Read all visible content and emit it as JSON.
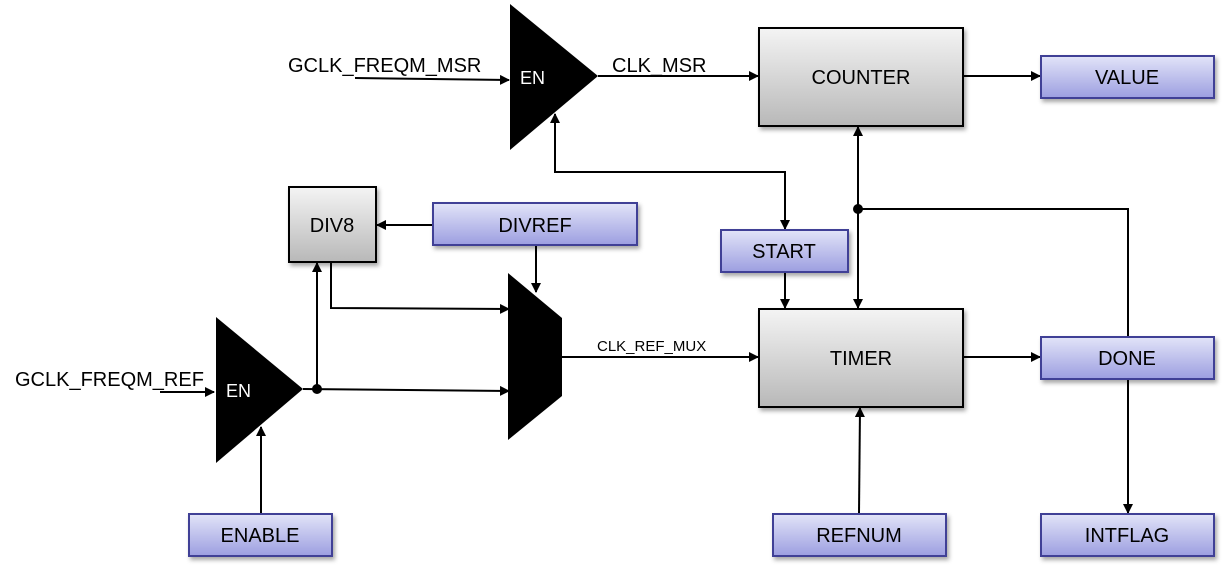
{
  "colors": {
    "register_fill_top": "#e2e4f8",
    "register_fill_bottom": "#9c9ee0",
    "register_border": "#3f3f96",
    "block_fill_top": "#f4f4f4",
    "block_fill_bottom": "#b8b8b8",
    "line": "#000000"
  },
  "signals": {
    "gclk_freqm_msr": "GCLK_FREQM_MSR",
    "clk_msr": "CLK_MSR",
    "gclk_freqm_ref": "GCLK_FREQM_REF",
    "clk_ref_mux": "CLK_REF_MUX"
  },
  "gates": {
    "msr_enable": "EN",
    "ref_enable": "EN"
  },
  "blocks": {
    "counter": "COUNTER",
    "timer": "TIMER",
    "div8": "DIV8"
  },
  "registers": {
    "value": "VALUE",
    "divref": "DIVREF",
    "start": "START",
    "done": "DONE",
    "enable": "ENABLE",
    "refnum": "REFNUM",
    "intflag": "INTFLAG"
  }
}
